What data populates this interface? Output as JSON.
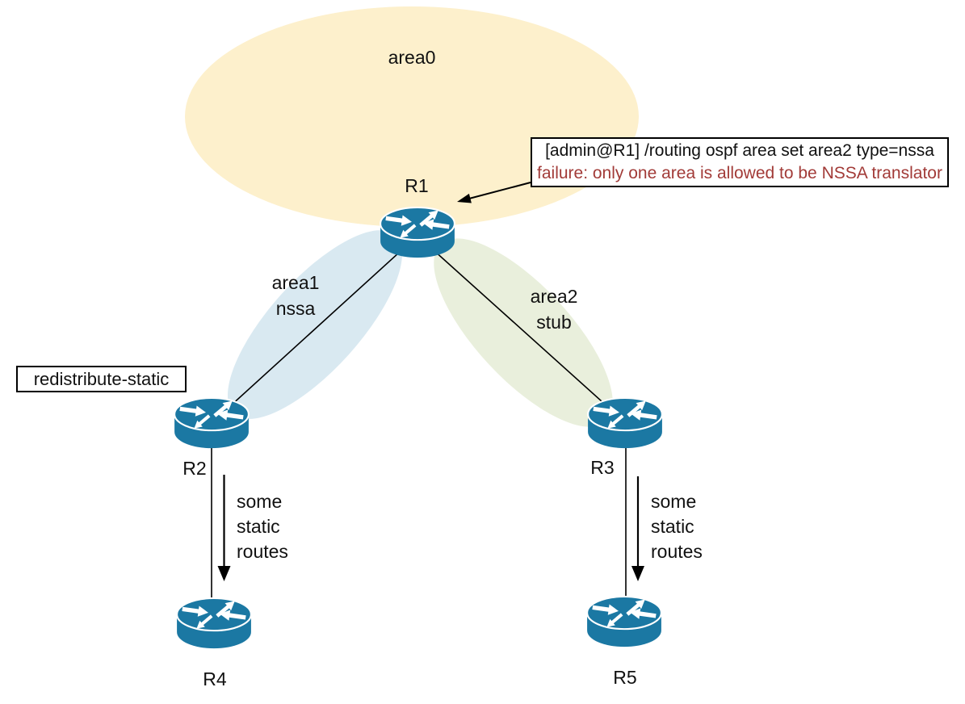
{
  "areas": {
    "area0": {
      "label": "area0"
    },
    "area1": {
      "label": "area1",
      "type": "nssa"
    },
    "area2": {
      "label": "area2",
      "type": "stub"
    }
  },
  "routers": {
    "r1": "R1",
    "r2": "R2",
    "r3": "R3",
    "r4": "R4",
    "r5": "R5"
  },
  "console_note": {
    "command": "[admin@R1] /routing ospf area set area2 type=nssa",
    "error": "failure: only one area is allowed to be NSSA translator"
  },
  "labels": {
    "redistribute": "redistribute-static"
  },
  "static_routes": [
    "some",
    "static",
    "routes"
  ],
  "colors": {
    "area0-fill": "#fdf0cc",
    "area1-fill": "#d9e9f1",
    "area2-fill": "#e9efdc",
    "router-fill": "#1b78a3",
    "error-text": "#a23b38",
    "line": "#000000",
    "text": "#111111"
  }
}
